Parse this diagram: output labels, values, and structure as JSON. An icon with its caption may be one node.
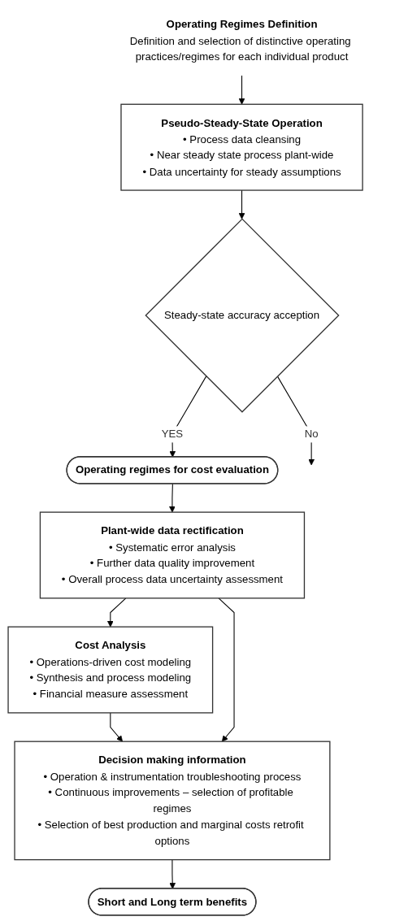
{
  "diagram": {
    "nodes": [
      {
        "text": [
          "Operating Regimes Definition",
          "Definition and selection of distinctive operating practices/regimes for each individual product"
        ]
      },
      {
        "text": [
          "Pseudo-Steady-State Operation",
          "• Process data cleansing",
          "• Near steady state process plant-wide",
          "• Data uncertainty for steady assumptions"
        ]
      },
      {
        "text": [
          "Steady-state accuracy acception"
        ]
      },
      {
        "text": [
          "Operating regimes for cost evaluation"
        ]
      },
      {
        "text": [
          "Plant-wide data rectification",
          "• Systematic error analysis",
          "• Further data quality improvement",
          "• Overall process data uncertainty assessment"
        ]
      },
      {
        "text": [
          "Cost Analysis",
          "• Operations-driven cost modeling",
          "• Synthesis and process modeling",
          "• Financial measure assessment"
        ]
      },
      {
        "text": [
          "Decision making information",
          "• Operation & instrumentation troubleshooting process",
          "• Continuous improvements – selection of profitable regimes",
          "• Selection of best production and marginal costs retrofit options"
        ]
      },
      {
        "text": [
          "Short and Long term benefits"
        ]
      }
    ],
    "edges": [
      {
        "from": 0,
        "to": 1,
        "arrow": "to"
      },
      {
        "from": 1,
        "to": 2,
        "arrow": "to"
      },
      {
        "from": 2,
        "to": null,
        "label": "No",
        "arrow": "to"
      },
      {
        "from": 2,
        "to": 3,
        "label": "YES",
        "arrow": "to"
      },
      {
        "from": 3,
        "to": 4,
        "arrow": "to"
      },
      {
        "from": 4,
        "to": 5,
        "arrow": "to"
      },
      {
        "from": 5,
        "to": 6,
        "arrow": "to"
      },
      {
        "from": 4,
        "to": 6,
        "arrow": "to"
      },
      {
        "from": 6,
        "to": 7,
        "arrow": "to"
      }
    ]
  }
}
